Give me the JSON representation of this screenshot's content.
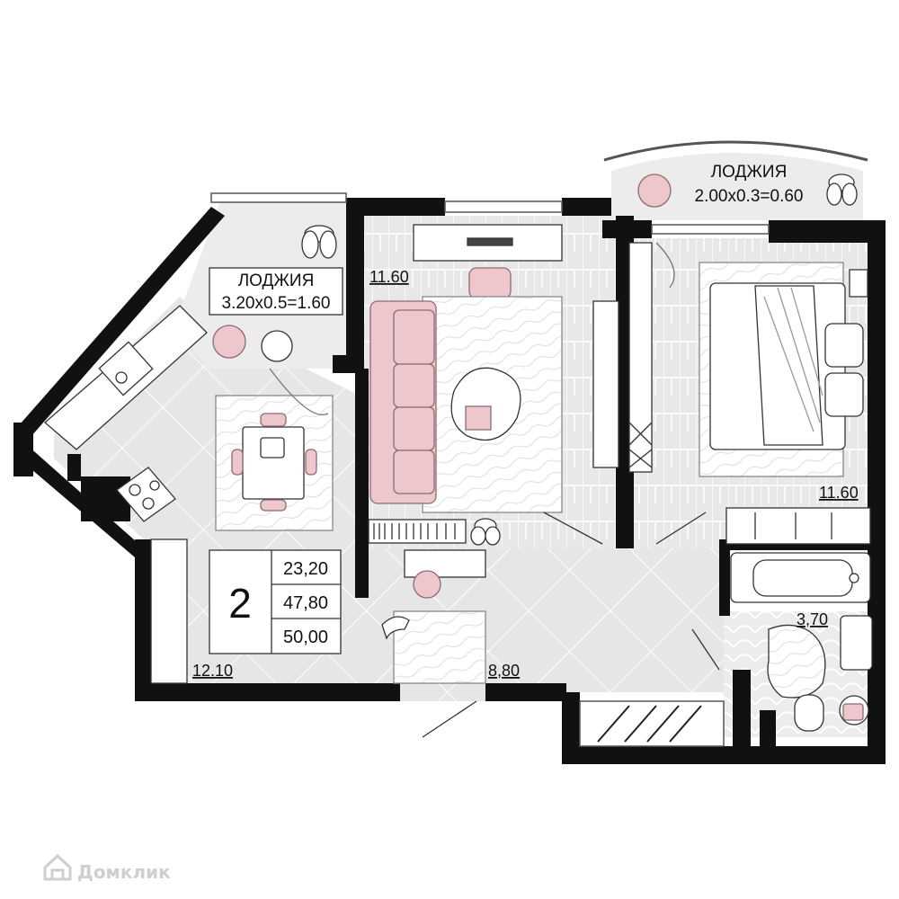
{
  "colors": {
    "wall": "#111111",
    "floor_tile": "#e6e6e6",
    "floor_line": "#ffffff",
    "furniture_fill": "#ffffff",
    "accent_pink": "#eec7cc",
    "accent_pink_stroke": "#8c6b70",
    "line": "#333333",
    "watermark": "#cfcfcf"
  },
  "rooms": {
    "kitchen_area": "12.10",
    "living_area": "11.60",
    "bedroom_area": "11.60",
    "hall_area": "8,80",
    "bathroom_area": "3,70"
  },
  "loggias": {
    "left": {
      "title": "ЛОДЖИЯ",
      "dims": "3.20x0.5=1.60"
    },
    "right": {
      "title": "ЛОДЖИЯ",
      "dims": "2.00x0.3=0.60"
    }
  },
  "summary": {
    "rooms_count": "2",
    "living_area": "23,20",
    "total_area": "47,80",
    "total_with_loggias": "50,00"
  },
  "watermark": {
    "icon": "house-icon",
    "text": "Домклик"
  }
}
